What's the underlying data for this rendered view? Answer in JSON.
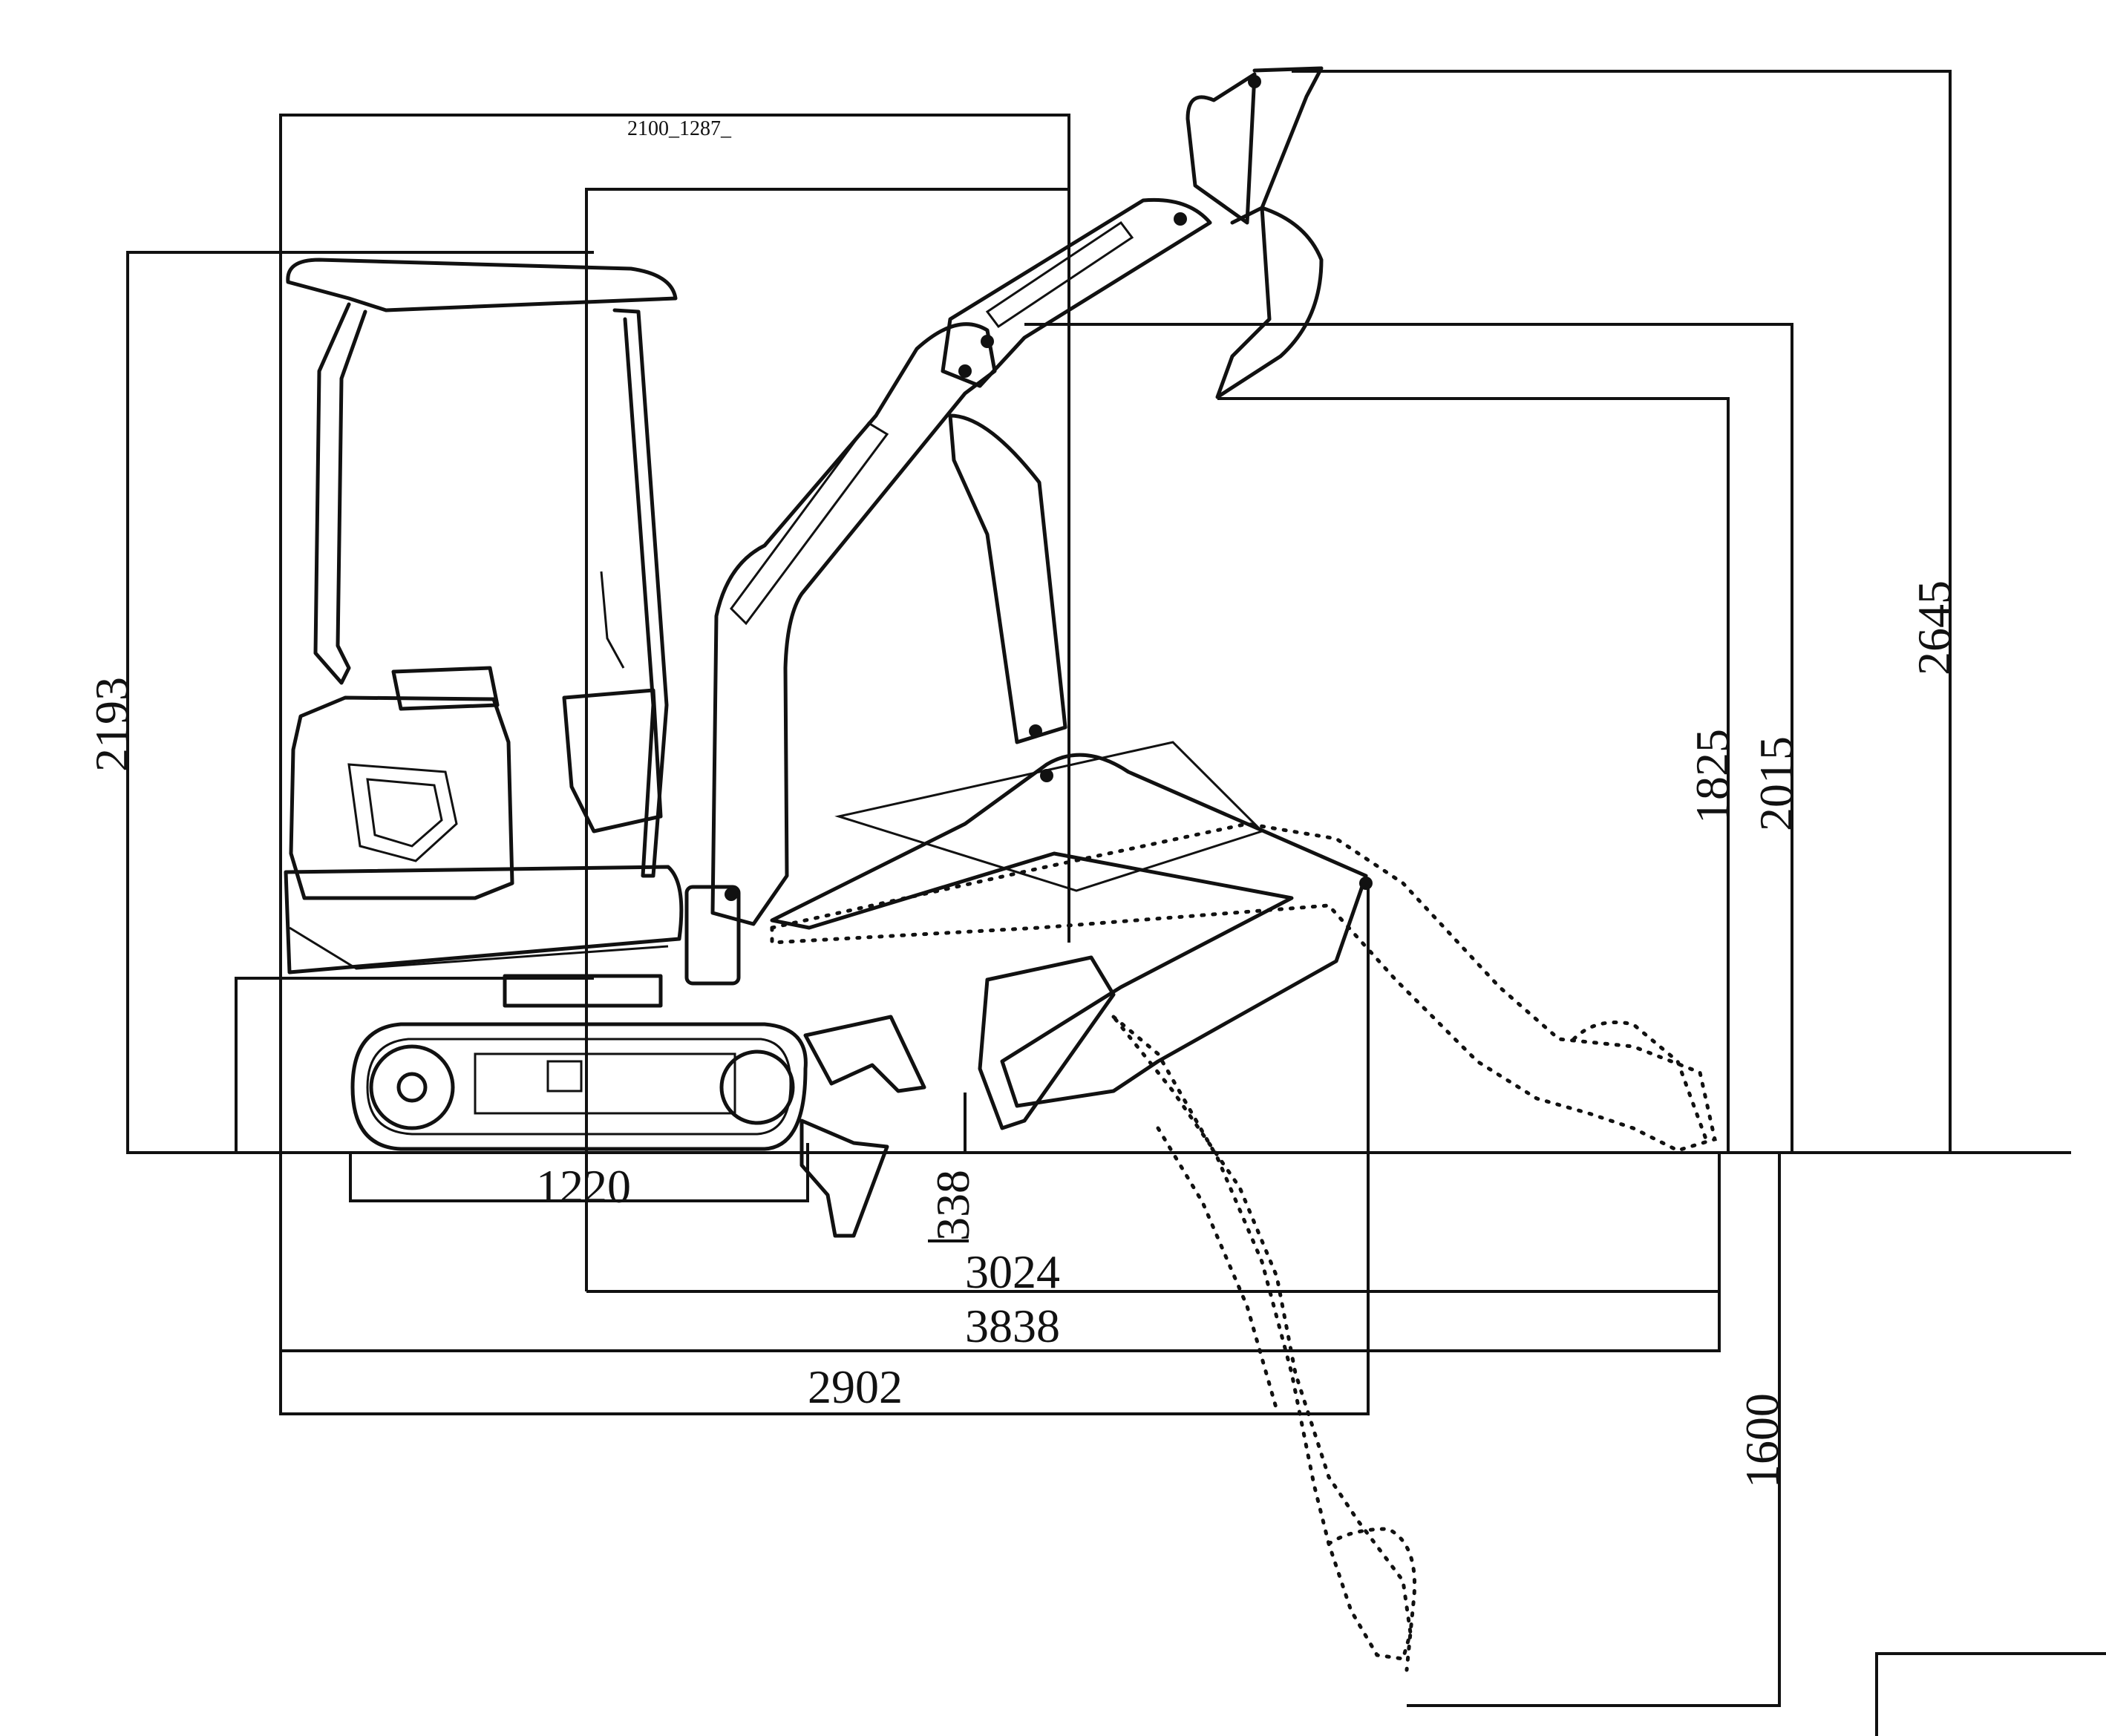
{
  "diagram": {
    "dimensions": {
      "top_small": "2100_1287_",
      "overall_height": "2193",
      "arm_reach_height": "2645",
      "dump_height": "2015",
      "dump_clearance": "1825",
      "dig_depth": "1600",
      "track_length": "1220",
      "ground_clearance": "338",
      "length_a": "3024",
      "length_b": "3838",
      "length_c": "2902"
    }
  }
}
